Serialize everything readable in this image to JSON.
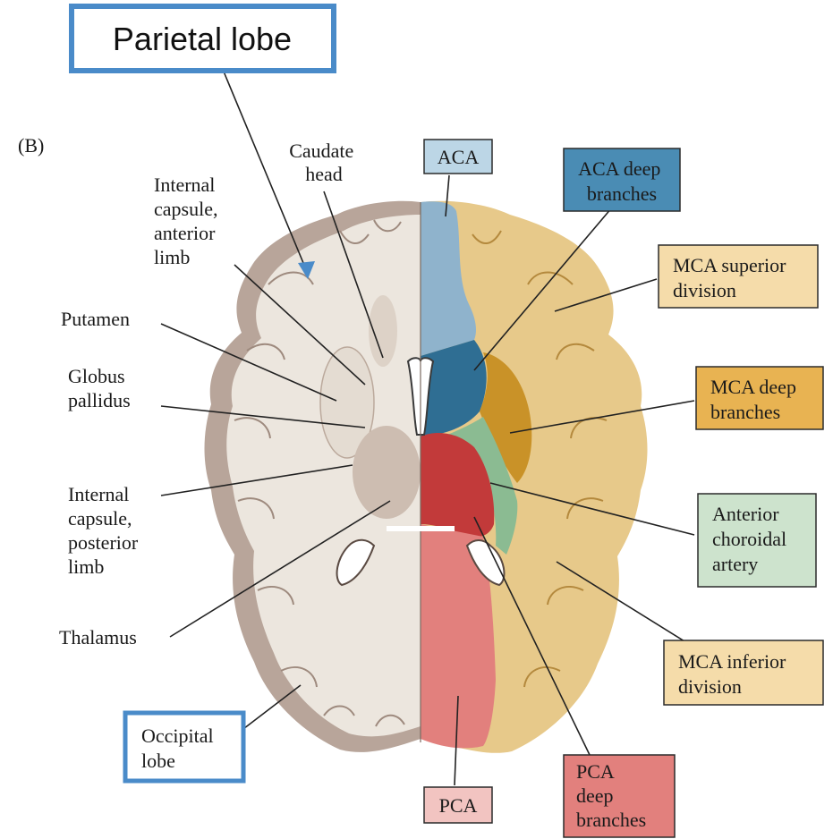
{
  "panel_tag": "(B)",
  "callouts": {
    "parietal_lobe": "Parietal lobe",
    "occipital_lobe": [
      "Occipital",
      "lobe"
    ]
  },
  "left_labels": {
    "caudate_head": [
      "Caudate",
      "head"
    ],
    "internal_capsule_anterior": [
      "Internal",
      "capsule,",
      "anterior",
      "limb"
    ],
    "putamen": [
      "Putamen"
    ],
    "globus_pallidus": [
      "Globus",
      "pallidus"
    ],
    "internal_capsule_posterior": [
      "Internal",
      "capsule,",
      "posterior",
      "limb"
    ],
    "thalamus": [
      "Thalamus"
    ]
  },
  "territory_boxes": {
    "aca": [
      "ACA"
    ],
    "aca_deep": [
      "ACA deep",
      "branches"
    ],
    "mca_superior": [
      "MCA superior",
      "division"
    ],
    "mca_deep": [
      "MCA deep",
      "branches"
    ],
    "anterior_choroidal": [
      "Anterior",
      "choroidal",
      "artery"
    ],
    "mca_inferior": [
      "MCA inferior",
      "division"
    ],
    "pca_deep": [
      "PCA",
      "deep",
      "branches"
    ],
    "pca": [
      "PCA"
    ]
  },
  "colors": {
    "aca": "#8fb3cc",
    "aca_deep": "#2f6e93",
    "mca": "#e7c98a",
    "mca_deep": "#c99228",
    "anterior_choroidal": "#8bbb92",
    "pca": "#e2807d",
    "pca_deep": "#c23a3a",
    "callout_border": "#4a8bc9",
    "brain_left": "#e9e2da",
    "cortex_left": "#b8a59a"
  }
}
